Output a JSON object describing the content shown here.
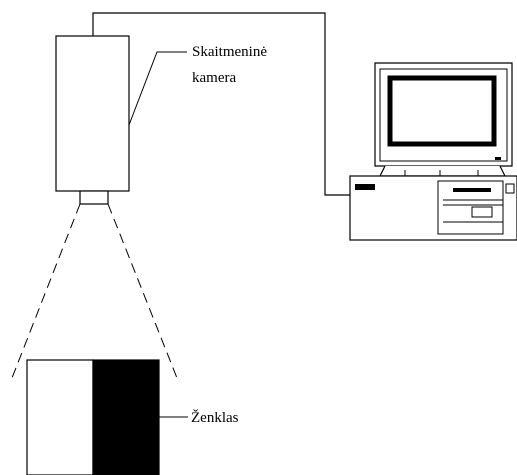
{
  "labels": {
    "camera_line1": "Skaitmeninė",
    "camera_line2": "kamera",
    "sign": "Ženklas"
  },
  "icons": {
    "camera": "digital-camera-icon",
    "computer": "desktop-computer-icon",
    "sign": "black-white-sign"
  },
  "colors": {
    "stroke": "#000000",
    "background": "#ffffff",
    "sign_dark": "#000000"
  }
}
